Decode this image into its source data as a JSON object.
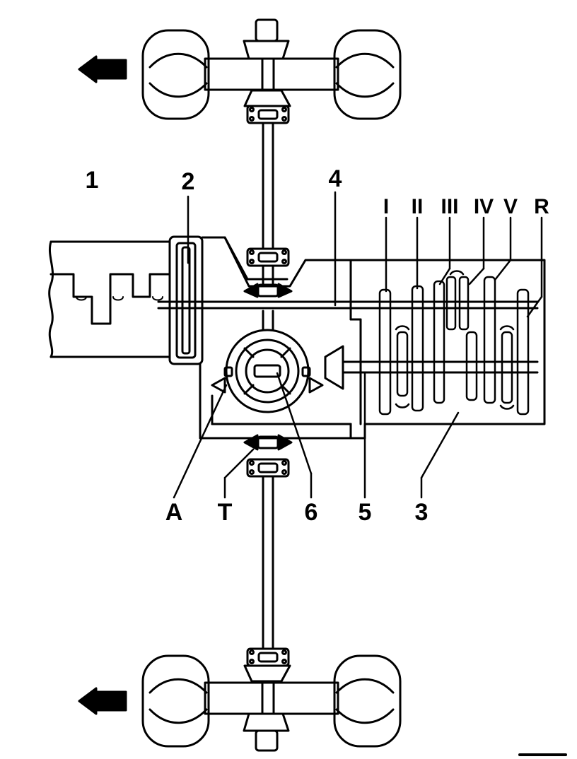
{
  "labels": {
    "engine": "1",
    "clutch": "2",
    "transmission": "3",
    "input_shaft": "4",
    "output_shaft": "5",
    "differential": "6",
    "label_a": "A",
    "label_t": "T"
  },
  "gears": [
    "I",
    "II",
    "III",
    "IV",
    "V",
    "R"
  ],
  "colors": {
    "line": "#000000",
    "background": "#ffffff"
  }
}
